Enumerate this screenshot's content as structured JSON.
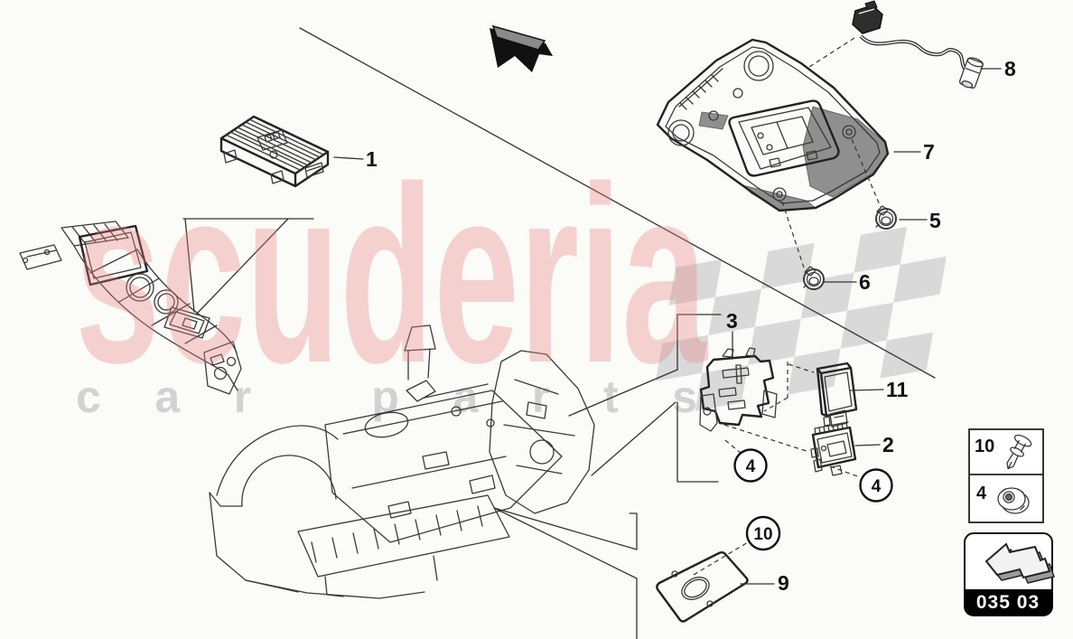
{
  "diagram": {
    "page_code": "035 03",
    "watermark": {
      "brand": "scuderia",
      "tagline": "car parts",
      "brand_color": "#e88080",
      "tagline_color": "#d2d2d2"
    },
    "callouts": {
      "c1": "1",
      "c2": "2",
      "c3": "3",
      "c5": "5",
      "c6": "6",
      "c7": "7",
      "c8": "8",
      "c9": "9",
      "c11": "11"
    },
    "circled": {
      "left4": "4",
      "right4": "4",
      "ten": "10"
    },
    "legend": {
      "rows": [
        {
          "ref": "10",
          "icon": "expanding-rivet-icon"
        },
        {
          "ref": "4",
          "icon": "hex-nut-icon"
        }
      ]
    },
    "icons": {
      "top_arrow": "direction-arrow-down-left-icon",
      "footer_arrow": "nav-arrow-up-left-icon"
    },
    "colors": {
      "background": "#fbfbf8",
      "line": "#3a3a3a",
      "shade": "#8f8f8f",
      "checker": "#d9d9d9",
      "code_bg": "#000000",
      "code_text": "#ffffff"
    }
  }
}
